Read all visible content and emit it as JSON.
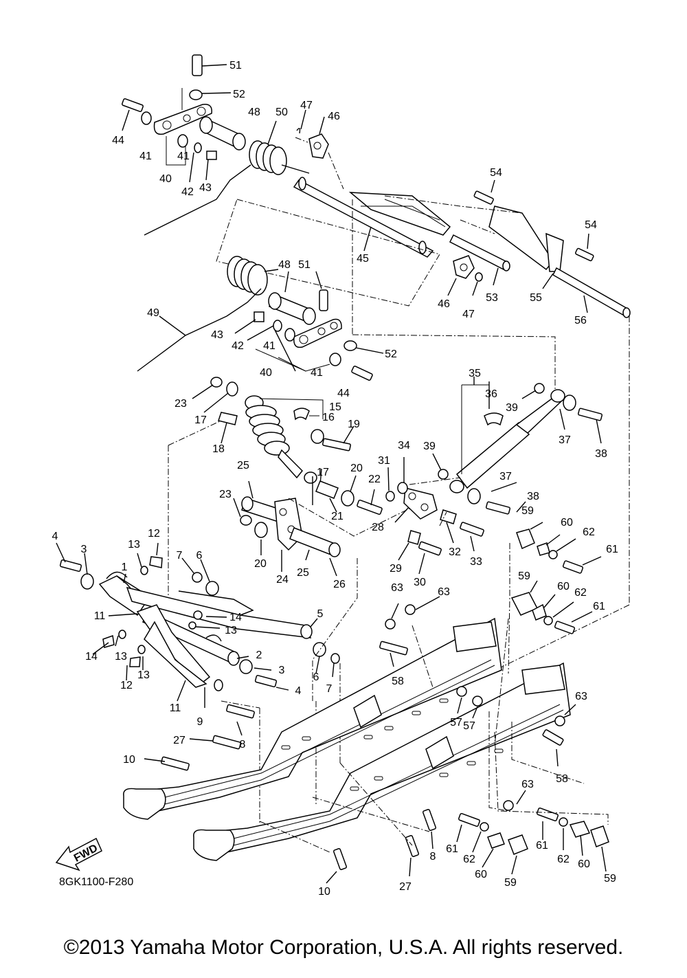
{
  "labels": [
    {
      "id": "51",
      "t": "51"
    },
    {
      "id": "52",
      "t": "52"
    },
    {
      "id": "44",
      "t": "44"
    },
    {
      "id": "48",
      "t": "48"
    },
    {
      "id": "50",
      "t": "50"
    },
    {
      "id": "47",
      "t": "47"
    },
    {
      "id": "46",
      "t": "46"
    },
    {
      "id": "41",
      "t": "41"
    },
    {
      "id": "41b",
      "t": "41"
    },
    {
      "id": "40",
      "t": "40"
    },
    {
      "id": "42",
      "t": "42"
    },
    {
      "id": "43",
      "t": "43"
    },
    {
      "id": "54",
      "t": "54"
    },
    {
      "id": "54b",
      "t": "54"
    },
    {
      "id": "45",
      "t": "45"
    },
    {
      "id": "46b",
      "t": "46"
    },
    {
      "id": "47b",
      "t": "47"
    },
    {
      "id": "53",
      "t": "53"
    },
    {
      "id": "55",
      "t": "55"
    },
    {
      "id": "56",
      "t": "56"
    },
    {
      "id": "48b",
      "t": "48"
    },
    {
      "id": "51b",
      "t": "51"
    },
    {
      "id": "49",
      "t": "49"
    },
    {
      "id": "43b",
      "t": "43"
    },
    {
      "id": "42b",
      "t": "42"
    },
    {
      "id": "41c",
      "t": "41"
    },
    {
      "id": "40b",
      "t": "40"
    },
    {
      "id": "41d",
      "t": "41"
    },
    {
      "id": "52b",
      "t": "52"
    },
    {
      "id": "35",
      "t": "35"
    },
    {
      "id": "36",
      "t": "36"
    },
    {
      "id": "39",
      "t": "39"
    },
    {
      "id": "37",
      "t": "37"
    },
    {
      "id": "38",
      "t": "38"
    },
    {
      "id": "44b",
      "t": "44"
    },
    {
      "id": "23",
      "t": "23"
    },
    {
      "id": "15",
      "t": "15"
    },
    {
      "id": "16",
      "t": "16"
    },
    {
      "id": "17",
      "t": "17"
    },
    {
      "id": "18",
      "t": "18"
    },
    {
      "id": "19",
      "t": "19"
    },
    {
      "id": "17b",
      "t": "17"
    },
    {
      "id": "34",
      "t": "34"
    },
    {
      "id": "39b",
      "t": "39"
    },
    {
      "id": "31",
      "t": "31"
    },
    {
      "id": "20",
      "t": "20"
    },
    {
      "id": "22",
      "t": "22"
    },
    {
      "id": "37b",
      "t": "37"
    },
    {
      "id": "38b",
      "t": "38"
    },
    {
      "id": "25",
      "t": "25"
    },
    {
      "id": "21",
      "t": "21"
    },
    {
      "id": "23b",
      "t": "23"
    },
    {
      "id": "59",
      "t": "59"
    },
    {
      "id": "60",
      "t": "60"
    },
    {
      "id": "62",
      "t": "62"
    },
    {
      "id": "61",
      "t": "61"
    },
    {
      "id": "28",
      "t": "28"
    },
    {
      "id": "32",
      "t": "32"
    },
    {
      "id": "33",
      "t": "33"
    },
    {
      "id": "29",
      "t": "29"
    },
    {
      "id": "30",
      "t": "30"
    },
    {
      "id": "20b",
      "t": "20"
    },
    {
      "id": "24",
      "t": "24"
    },
    {
      "id": "25b",
      "t": "25"
    },
    {
      "id": "26",
      "t": "26"
    },
    {
      "id": "4",
      "t": "4"
    },
    {
      "id": "12",
      "t": "12"
    },
    {
      "id": "3",
      "t": "3"
    },
    {
      "id": "13",
      "t": "13"
    },
    {
      "id": "7",
      "t": "7"
    },
    {
      "id": "6",
      "t": "6"
    },
    {
      "id": "1",
      "t": "1"
    },
    {
      "id": "59b",
      "t": "59"
    },
    {
      "id": "60b",
      "t": "60"
    },
    {
      "id": "62b",
      "t": "62"
    },
    {
      "id": "63",
      "t": "63"
    },
    {
      "id": "63b",
      "t": "63"
    },
    {
      "id": "61b",
      "t": "61"
    },
    {
      "id": "11",
      "t": "11"
    },
    {
      "id": "14",
      "t": "14"
    },
    {
      "id": "5",
      "t": "5"
    },
    {
      "id": "13b",
      "t": "13"
    },
    {
      "id": "14b",
      "t": "14"
    },
    {
      "id": "13c",
      "t": "13"
    },
    {
      "id": "2",
      "t": "2"
    },
    {
      "id": "58",
      "t": "58"
    },
    {
      "id": "3b",
      "t": "3"
    },
    {
      "id": "6b",
      "t": "6"
    },
    {
      "id": "12b",
      "t": "12"
    },
    {
      "id": "13d",
      "t": "13"
    },
    {
      "id": "4b",
      "t": "4"
    },
    {
      "id": "7b",
      "t": "7"
    },
    {
      "id": "57",
      "t": "57"
    },
    {
      "id": "57b",
      "t": "57"
    },
    {
      "id": "63c",
      "t": "63"
    },
    {
      "id": "11b",
      "t": "11"
    },
    {
      "id": "9",
      "t": "9"
    },
    {
      "id": "8",
      "t": "8"
    },
    {
      "id": "27",
      "t": "27"
    },
    {
      "id": "10",
      "t": "10"
    },
    {
      "id": "58b",
      "t": "58"
    },
    {
      "id": "63d",
      "t": "63"
    },
    {
      "id": "61c",
      "t": "61"
    },
    {
      "id": "62c",
      "t": "62"
    },
    {
      "id": "60c",
      "t": "60"
    },
    {
      "id": "59c",
      "t": "59"
    },
    {
      "id": "61d",
      "t": "61"
    },
    {
      "id": "62d",
      "t": "62"
    },
    {
      "id": "60d",
      "t": "60"
    },
    {
      "id": "59d",
      "t": "59"
    },
    {
      "id": "8b",
      "t": "8"
    },
    {
      "id": "27b",
      "t": "27"
    },
    {
      "id": "10b",
      "t": "10"
    }
  ],
  "fwd_label": "FWD",
  "diagram_code": "8GK1100-F280",
  "copyright": "©2013 Yamaha Motor Corporation, U.S.A. All rights reserved."
}
